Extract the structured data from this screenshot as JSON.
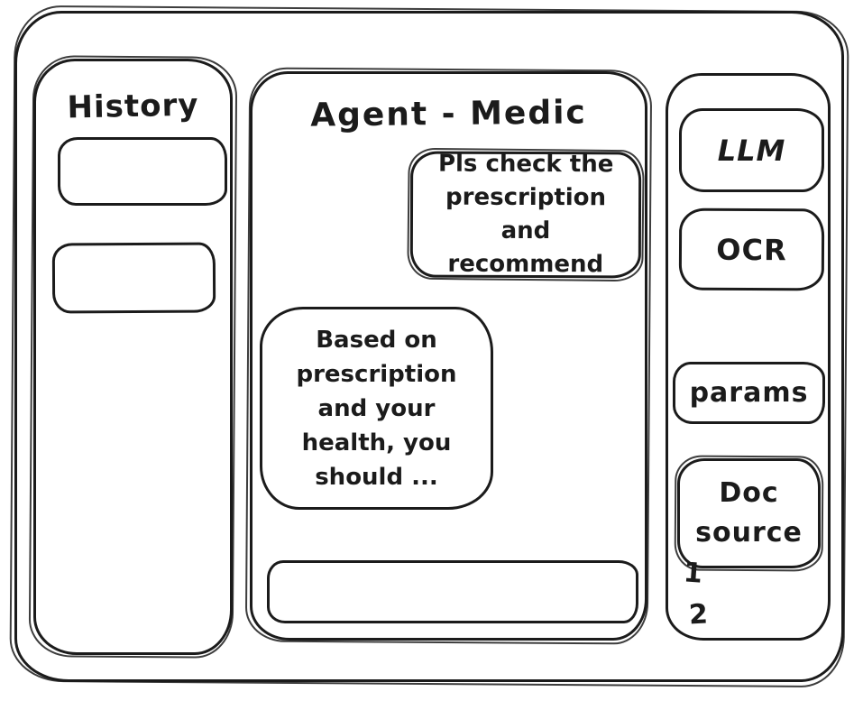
{
  "history_panel": {
    "title": "History"
  },
  "chat": {
    "title": "Agent - Medic",
    "messages": [
      {
        "role": "user",
        "text": "Pls check the\nprescription\nand recommend"
      },
      {
        "role": "assistant",
        "text": "Based on\nprescription\nand your\nhealth, you\nshould ..."
      }
    ],
    "input": {
      "value": "",
      "placeholder": ""
    }
  },
  "tools_panel": {
    "llm_label": "LLM",
    "ocr_label": "OCR",
    "params_label": "params",
    "doc_source_label": "Doc\nsource",
    "doc_source_items": [
      "1",
      "2"
    ]
  },
  "colors": {
    "ink": "#1b1b1b",
    "background": "#ffffff"
  }
}
